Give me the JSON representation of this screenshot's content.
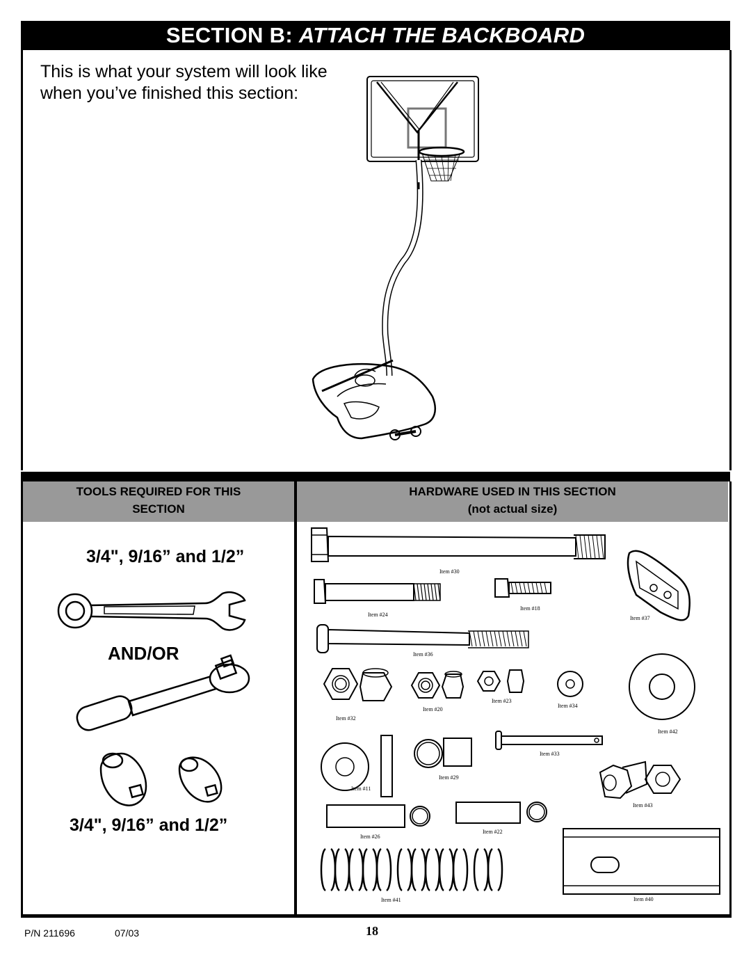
{
  "header": {
    "prefix": "SECTION B: ",
    "title_italic": "ATTACH THE BACKBOARD"
  },
  "intro": {
    "line1": "This is what your system will look like",
    "line2": "when you’ve finished this section:"
  },
  "tools": {
    "header_line1": "TOOLS REQUIRED FOR THIS",
    "header_line2": "SECTION",
    "sizes_top": "3/4\", 9/16” and 1/2”",
    "and_or": "AND/OR",
    "sizes_bottom": "3/4\", 9/16” and 1/2”"
  },
  "hardware": {
    "header_line1": "HARDWARE USED IN THIS SECTION",
    "header_line2": "(not actual size)",
    "items": {
      "i30": "Item #30",
      "i24": "Item #24",
      "i18": "Item #18",
      "i37": "Item  #37",
      "i36": "Item #36",
      "i32": "Item #32",
      "i20": "Item #20",
      "i23": "Item #23",
      "i34": "Item #34",
      "i42": "Item #42",
      "i33": "Item #33",
      "i29": "Item #29",
      "i11": "Item #11",
      "i43": "Item #43",
      "i26": "Item #26",
      "i22": "Item #22",
      "i41": "Item #41",
      "i40": "Item #40"
    }
  },
  "footer": {
    "part_number": "P/N 211696",
    "date": "07/03",
    "page_number": "18"
  }
}
